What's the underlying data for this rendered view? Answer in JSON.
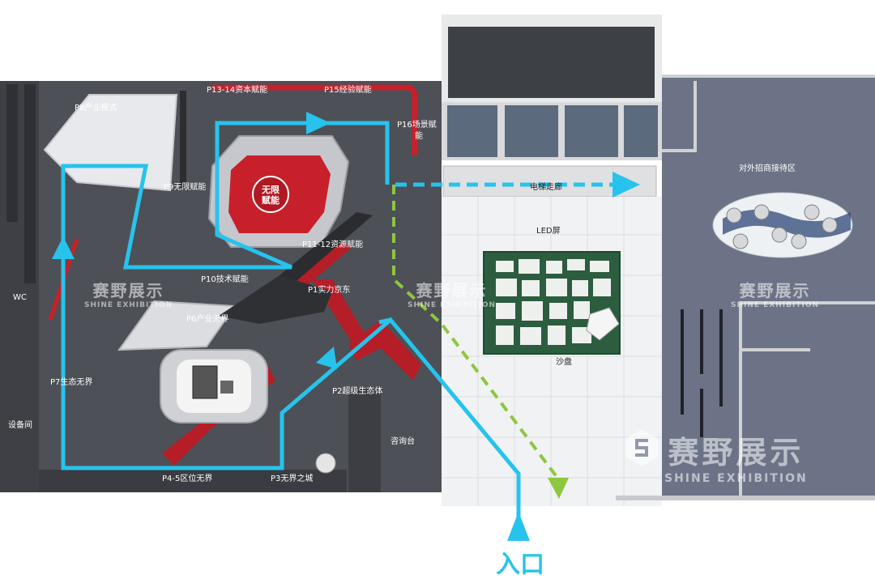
{
  "zones": {
    "p8": "P8产业模式",
    "p13_14": "P13-14资本赋能",
    "p15": "P15经验赋能",
    "p16_line1": "P16场景赋",
    "p16_line2": "能",
    "p9": "P9无限赋能",
    "p11_12": "P11-12资源赋能",
    "p10": "P10技术赋能",
    "p1": "P1实力京东",
    "p6": "P6产业无界",
    "p7": "P7生态无界",
    "p2": "P2超级生态体",
    "p4_5": "P4-5区位无界",
    "p3": "P3无界之城",
    "wc": "WC",
    "equipment": "设备间",
    "info_desk": "咨询台",
    "elevator_corridor": "电梯走廊",
    "led_screen": "LED屏",
    "sand_table": "沙盘",
    "reception": "对外招商接待区"
  },
  "center_badge": {
    "line1": "无限",
    "line2": "赋能"
  },
  "entrance": "入口",
  "watermark": {
    "cn": "赛野展示",
    "en": "SHINE EXHIBITION"
  },
  "colors": {
    "route": "#27c3ec",
    "secondary_route": "#8dc63f",
    "accent_red": "#c8202a"
  }
}
